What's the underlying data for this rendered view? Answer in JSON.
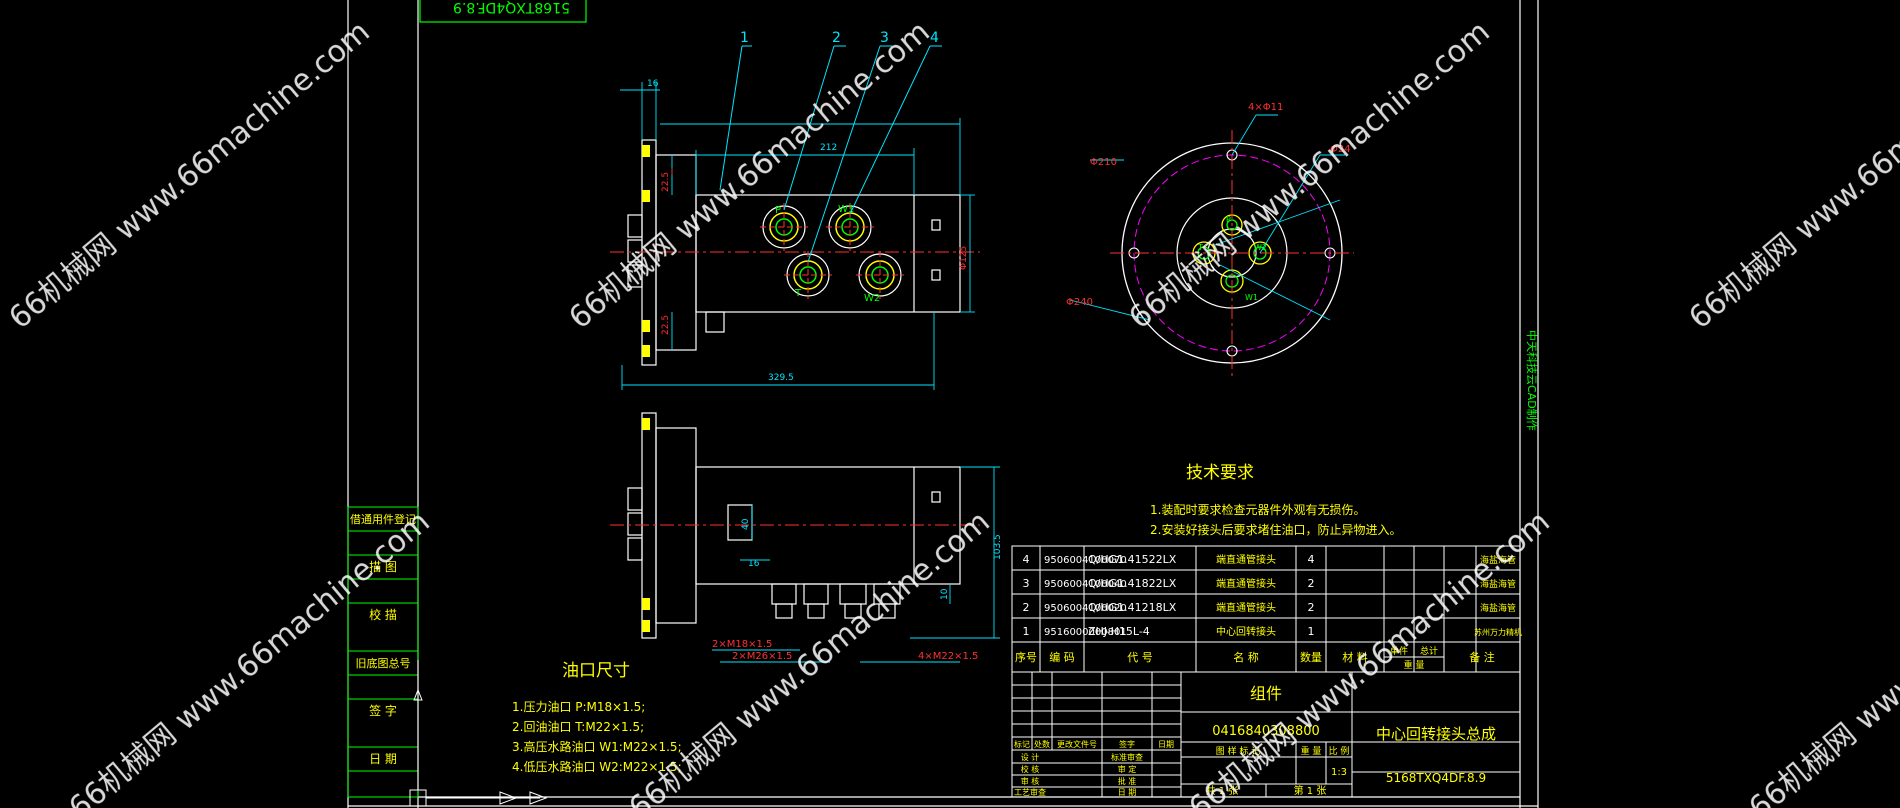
{
  "title_block_top": "5168TXQ4DF.8.9",
  "parts_table": {
    "rows": [
      {
        "no": "4",
        "code": "9506004100070",
        "spec": "Q/HG1.41522LX",
        "name": "端直通管接头",
        "qty": "4",
        "note": "海盐海管"
      },
      {
        "no": "3",
        "code": "9506004100040",
        "spec": "Q/HG1.41822LX",
        "name": "端直通管接头",
        "qty": "2",
        "note": "海盐海管"
      },
      {
        "no": "2",
        "code": "9506004100020",
        "spec": "Q/HG1.41218LX",
        "name": "端直通管接头",
        "qty": "2",
        "note": "海盐海管"
      },
      {
        "no": "1",
        "code": "9516000000801",
        "spec": "ZHJ-H15L-4",
        "name": "中心回转接头",
        "qty": "1",
        "note": "苏州万力精机"
      }
    ],
    "headers": {
      "no": "序号",
      "code": "编 码",
      "spec": "代 号",
      "name": "名 称",
      "qty": "数量",
      "material": "材 料",
      "weight_single": "单件",
      "weight_total": "总计",
      "weight_label": "重 量",
      "note": "备 注"
    }
  },
  "title_block": {
    "group": "组件",
    "code": "0416840308800",
    "name": "中心回转接头总成",
    "drawing_no": "5168TXQ4DF.8.9",
    "scale": "1:3",
    "sheet_total": "共 1 张",
    "sheet_no": "第 1 张",
    "stage_label": "图 样 标 记",
    "weight_label": "重 量",
    "scale_label": "比 例",
    "rev_labels": [
      "标记",
      "处数",
      "更改文件号",
      "签字",
      "日期"
    ],
    "sign_labels": [
      "设 计",
      "校 核",
      "审 核",
      "工艺审查"
    ],
    "sign_right": [
      "标准审查",
      "审 定",
      "批 准",
      "日 期"
    ]
  },
  "side_labels": [
    "借通用件登记",
    "描 图",
    "校 描",
    "旧底图总号",
    "签 字",
    "日 期"
  ],
  "vertical_note": "中天科技云CAD制作",
  "tech_req": {
    "title": "技术要求",
    "items": [
      "1.装配时要求检查元器件外观有无损伤。",
      "2.安装好接头后要求堵住油口，防止异物进入。"
    ]
  },
  "oil_ports": {
    "title": "油口尺寸",
    "items": [
      "1.压力油口 P:M18×1.5;",
      "2.回油油口 T:M22×1.5;",
      "3.高压水路油口 W1:M22×1.5;",
      "4.低压水路油口 W2:M22×1.5;"
    ]
  },
  "balloons": [
    "1",
    "2",
    "3",
    "4"
  ],
  "dims_front": {
    "d16": "16",
    "d212": "212",
    "d225a": "22.5",
    "d225b": "22.5",
    "d125": "Φ125",
    "d3295": "329.5"
  },
  "dims_side": {
    "d1035": "103.5",
    "d40": "40",
    "d16": "16",
    "d10": "10",
    "m18": "2×M18×1.5",
    "m26": "2×M26×1.5",
    "m22": "4×M22×1.5"
  },
  "port_labels": {
    "p": "P",
    "t": "T",
    "w1": "W1",
    "w2": "W2"
  },
  "dims_top": {
    "hole": "4×Φ11",
    "d210": "Φ210",
    "d240": "Φ240",
    "d24": "Φ24"
  },
  "watermarks": [
    "66机械网 www.66machine.com"
  ]
}
